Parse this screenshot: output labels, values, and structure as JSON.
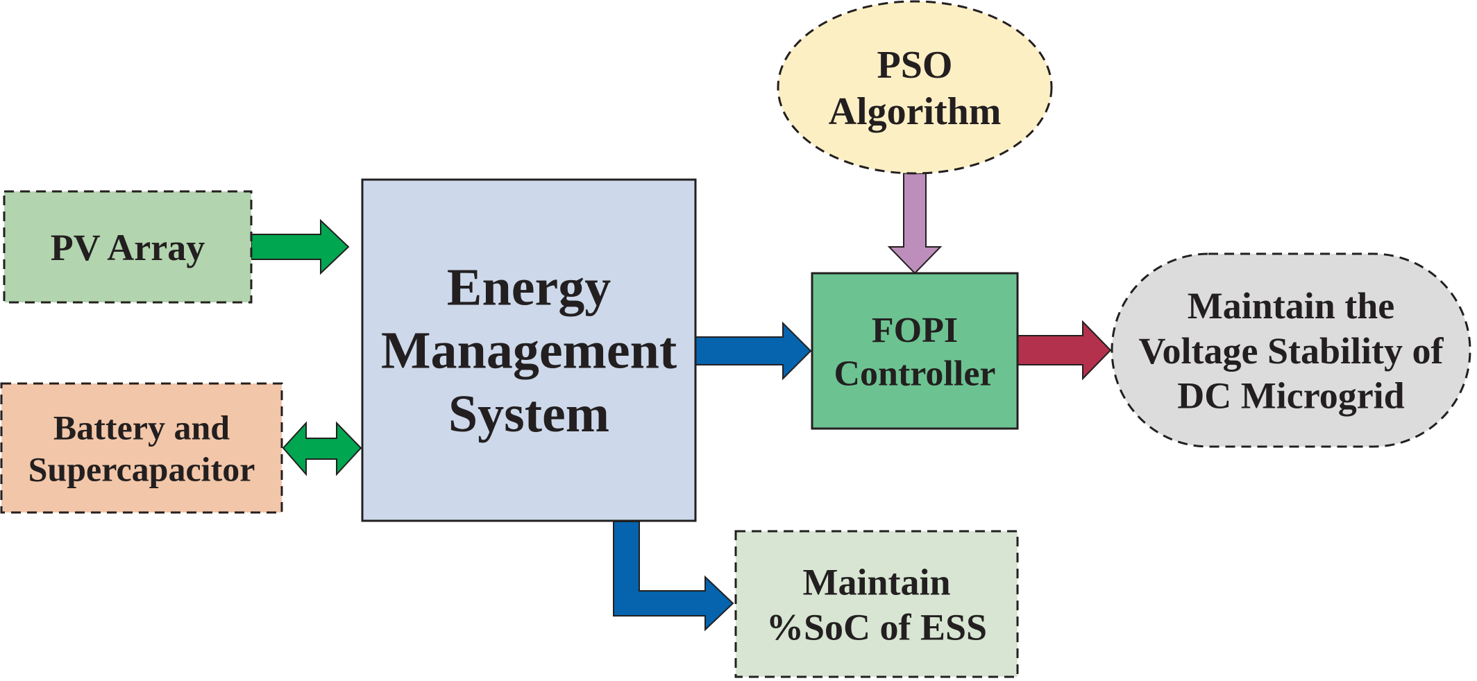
{
  "nodes": {
    "pso": {
      "lines": [
        "PSO",
        "Algorithm"
      ],
      "fill": "#fcefc4"
    },
    "pv": {
      "lines": [
        "PV Array"
      ],
      "fill": "#b2d4ae"
    },
    "ems": {
      "lines": [
        "Energy",
        "Management",
        "System"
      ],
      "fill": "#cdd9ea"
    },
    "battery": {
      "lines": [
        "Battery and",
        "Supercapacitor"
      ],
      "fill": "#f2c6a8"
    },
    "fopi": {
      "lines": [
        "FOPI",
        "Controller"
      ],
      "fill": "#6cc391"
    },
    "voltage": {
      "lines": [
        "Maintain the",
        "Voltage Stability of",
        "DC Microgrid"
      ],
      "fill": "#dcdcdc"
    },
    "soc": {
      "lines": [
        "Maintain",
        "%SoC of ESS"
      ],
      "fill": "#d7e5d2"
    }
  },
  "colors": {
    "green_arrow": "#00a650",
    "blue_arrow": "#0564ad",
    "purple_arrow": "#bd8ebb",
    "red_arrow": "#b3314c",
    "outline": "#231f20"
  }
}
